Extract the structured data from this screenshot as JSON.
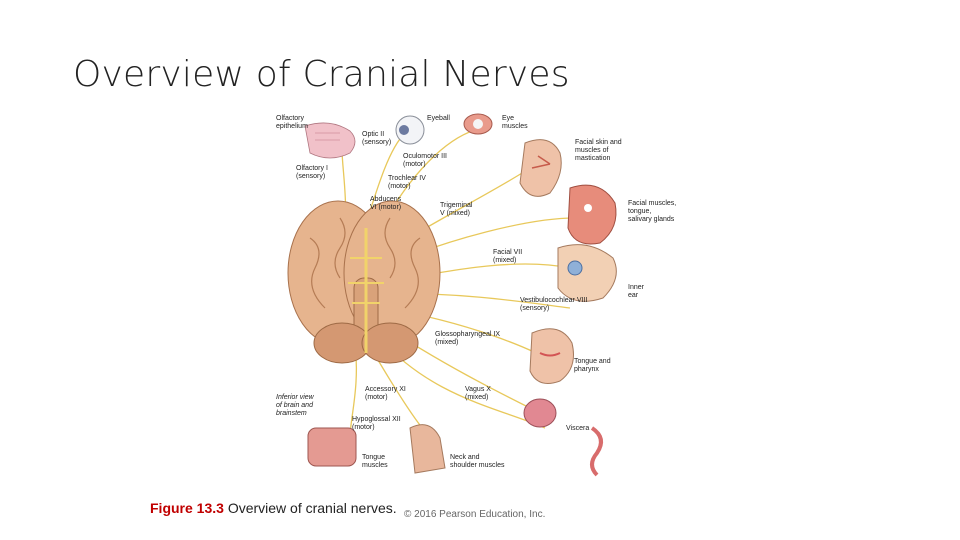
{
  "title": "Overview of Cranial Nerves",
  "caption": {
    "figure_number": "Figure 13.3",
    "text": "Overview of cranial nerves."
  },
  "copyright": "© 2016 Pearson Education, Inc.",
  "figure": {
    "labels": {
      "olfactory_epithelium": [
        "Olfactory",
        "epithelium"
      ],
      "olfactory_nerve": [
        "Olfactory I",
        "(sensory)"
      ],
      "optic": [
        "Optic II",
        "(sensory)"
      ],
      "eyeball": "Eyeball",
      "eye_muscles": [
        "Eye",
        "muscles"
      ],
      "oculomotor": [
        "Oculomotor III",
        "(motor)"
      ],
      "trochlear": [
        "Trochlear IV",
        "(motor)"
      ],
      "abducens": [
        "Abducens",
        "VI (motor)"
      ],
      "trigeminal": [
        "Trigeminal",
        "V (mixed)"
      ],
      "facial_skin": [
        "Facial skin and",
        "muscles of",
        "mastication"
      ],
      "facial_muscles": [
        "Facial muscles,",
        "tongue,",
        "salivary glands"
      ],
      "facial_nerve": [
        "Facial VII",
        "(mixed)"
      ],
      "inner_ear": [
        "Inner",
        "ear"
      ],
      "vestibulocochlear": [
        "Vestibulocochlear VIII",
        "(sensory)"
      ],
      "glossopharyngeal": [
        "Glossopharyngeal IX",
        "(mixed)"
      ],
      "tongue_pharynx": [
        "Tongue and",
        "pharynx"
      ],
      "inferior_view": [
        "Inferior view",
        "of brain and",
        "brainstem"
      ],
      "accessory": [
        "Accessory XI",
        "(motor)"
      ],
      "vagus": [
        "Vagus X",
        "(mixed)"
      ],
      "hypoglossal": [
        "Hypoglossal XII",
        "(motor)"
      ],
      "viscera": "Viscera",
      "tongue_muscles": [
        "Tongue",
        "muscles"
      ],
      "neck_shoulder": [
        "Neck and",
        "shoulder muscles"
      ]
    }
  }
}
